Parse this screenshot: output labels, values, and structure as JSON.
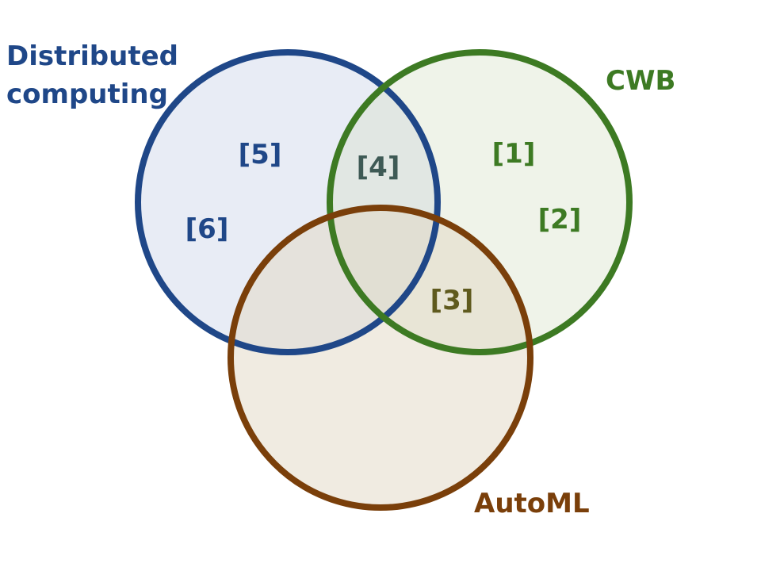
{
  "sets": {
    "distributed": {
      "label_line1": "Distributed",
      "label_line2": "computing",
      "stroke": "#1f4788",
      "fill": "#c5cfe6"
    },
    "cwb": {
      "label": "CWB",
      "stroke": "#3d7a23",
      "fill": "#d6e0c7"
    },
    "automl": {
      "label": "AutoML",
      "stroke": "#7a3f0a",
      "fill": "#e2d8c4"
    }
  },
  "references": {
    "r1": {
      "text": "[1]",
      "color": "#3d7a23"
    },
    "r2": {
      "text": "[2]",
      "color": "#3d7a23"
    },
    "r3": {
      "text": "[3]",
      "color": "#5f5a1e"
    },
    "r4": {
      "text": "[4]",
      "color": "#3e5a55"
    },
    "r5": {
      "text": "[5]",
      "color": "#1f4788"
    },
    "r6": {
      "text": "[6]",
      "color": "#1f4788"
    }
  }
}
